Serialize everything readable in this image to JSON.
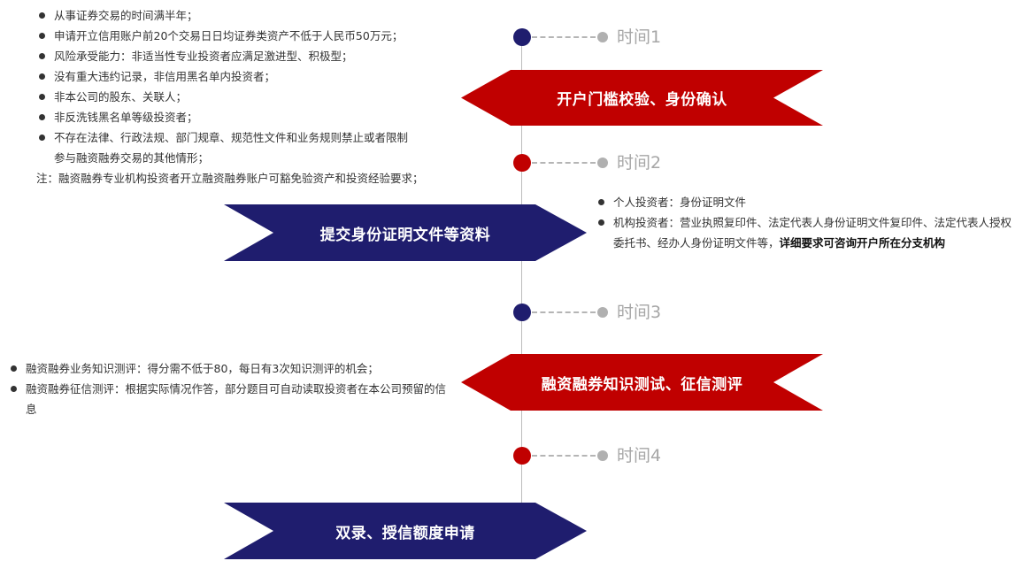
{
  "colors": {
    "navy": "#1f1d6e",
    "red": "#c00000",
    "gray": "#b0b0b0"
  },
  "timeline": [
    {
      "label": "时间1",
      "node_color": "#1f1d6e"
    },
    {
      "label": "时间2",
      "node_color": "#c00000"
    },
    {
      "label": "时间3",
      "node_color": "#1f1d6e"
    },
    {
      "label": "时间4",
      "node_color": "#c00000"
    }
  ],
  "steps": [
    {
      "title": "开户门槛校验、身份确认",
      "color": "#c00000",
      "direction": "left"
    },
    {
      "title": "提交身份证明文件等资料",
      "color": "#1f1d6e",
      "direction": "right"
    },
    {
      "title": "融资融券知识测试、征信测评",
      "color": "#c00000",
      "direction": "left"
    },
    {
      "title": "双录、授信额度申请",
      "color": "#1f1d6e",
      "direction": "right"
    }
  ],
  "notes": {
    "step1": {
      "items": [
        "从事证券交易的时间满半年；",
        "申请开立信用账户前20个交易日日均证券类资产不低于人民币50万元；",
        "风险承受能力：非适当性专业投资者应满足激进型、积极型；",
        "没有重大违约记录，非信用黑名单内投资者；",
        "非本公司的股东、关联人；",
        "非反洗钱黑名单等级投资者；"
      ],
      "item7_line1": "不存在法律、行政法规、部门规章、规范性文件和业务规则禁止或者限制",
      "item7_line2": "参与融资融券交易的其他情形；",
      "note": "注：融资融券专业机构投资者开立融资融券账户可豁免验资产和投资经验要求；"
    },
    "step2": {
      "item1": "个人投资者：身份证明文件",
      "item2_plain": "机构投资者：营业执照复印件、法定代表人身份证明文件复印件、法定代表人授权委托书、经办人身份证明文件等，",
      "item2_bold": "详细要求可咨询开户所在分支机构"
    },
    "step3": {
      "item1": "融资融券业务知识测评：得分需不低于80，每日有3次知识测评的机会；",
      "item2": "融资融券征信测评：根据实际情况作答，部分题目可自动读取投资者在本公司预留的信息"
    }
  }
}
